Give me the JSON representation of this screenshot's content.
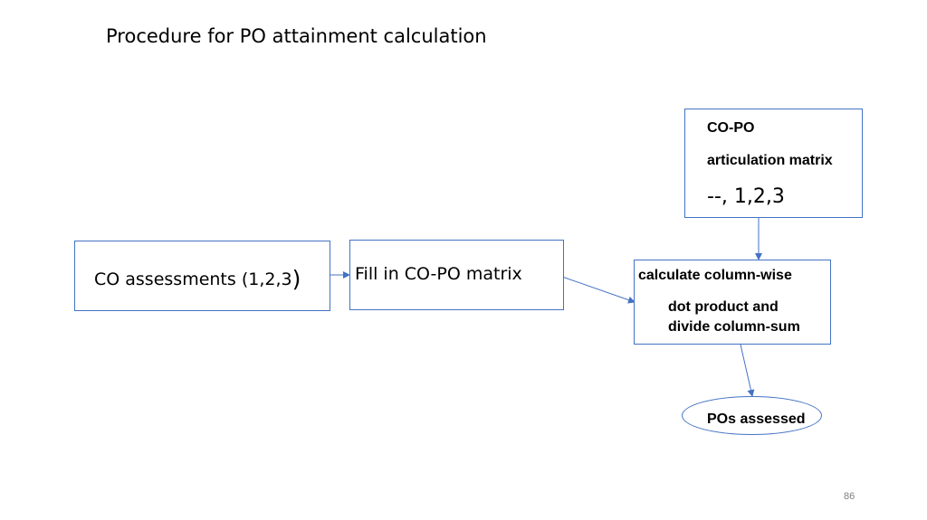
{
  "title": "Procedure for PO attainment calculation",
  "boxes": {
    "co_assessments": {
      "label": "CO assessments (1,2,3",
      "paren": ")"
    },
    "fill_matrix": {
      "label": "Fill in CO-PO matrix"
    },
    "copo_matrix": {
      "line1": "CO-PO",
      "line2": "articulation matrix",
      "line3": "--, 1,2,3"
    },
    "calculate": {
      "line1": "calculate column-wise",
      "line2": "dot product and",
      "line3": "divide column-sum"
    },
    "pos_assessed": {
      "label": "POs assessed"
    }
  },
  "page_number": "86",
  "colors": {
    "shape_stroke": "#4472c4",
    "page_number": "#7f7f7f"
  }
}
